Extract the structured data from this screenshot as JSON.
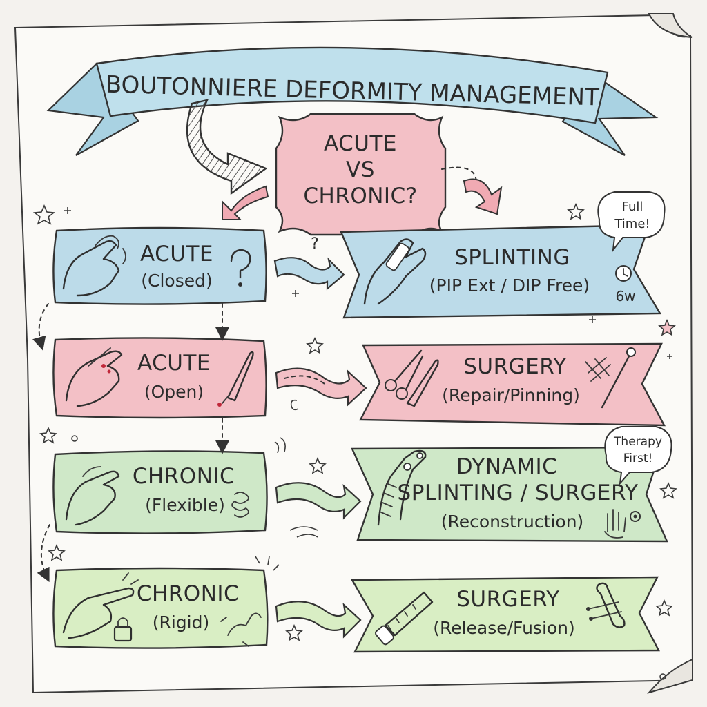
{
  "title": "BOUTONNIERE DEFORMITY MANAGEMENT",
  "decision": {
    "line1": "ACUTE",
    "line2": "VS",
    "line3": "CHRONIC?"
  },
  "categories": [
    {
      "title": "ACUTE",
      "subtitle": "(Closed)",
      "icon": "hand-icon",
      "accent": "question-mark"
    },
    {
      "title": "ACUTE",
      "subtitle": "(Open)",
      "icon": "hand-cut-icon",
      "accent": "scalpel-icon"
    },
    {
      "title": "CHRONIC",
      "subtitle": "(Flexible)",
      "icon": "hand-flexing-icon",
      "accent": "spring-icon"
    },
    {
      "title": "CHRONIC",
      "subtitle": "(Rigid)",
      "icon": "hand-pointing-icon",
      "accent": "lock-icon"
    }
  ],
  "treatments": [
    {
      "line1": "SPLINTING",
      "line2": "(PIP Ext / DIP Free)",
      "line3": ""
    },
    {
      "line1": "SURGERY",
      "line2": "(Repair/Pinning)",
      "line3": ""
    },
    {
      "line1": "DYNAMIC",
      "line2": "SPLINTING / SURGERY",
      "line3": "(Reconstruction)"
    },
    {
      "line1": "SURGERY",
      "line2": "(Release/Fusion)",
      "line3": ""
    }
  ],
  "bubbles": {
    "full_time_1": "Full",
    "full_time_2": "Time!",
    "duration": "6w",
    "therapy_1": "Therapy",
    "therapy_2": "First!",
    "question": "?"
  },
  "colors": {
    "blue": "#bcdbe9",
    "pink": "#f3c0c6",
    "green": "#cfe8c8",
    "lightgreen": "#d9eec4",
    "ink": "#2f2f2f"
  }
}
